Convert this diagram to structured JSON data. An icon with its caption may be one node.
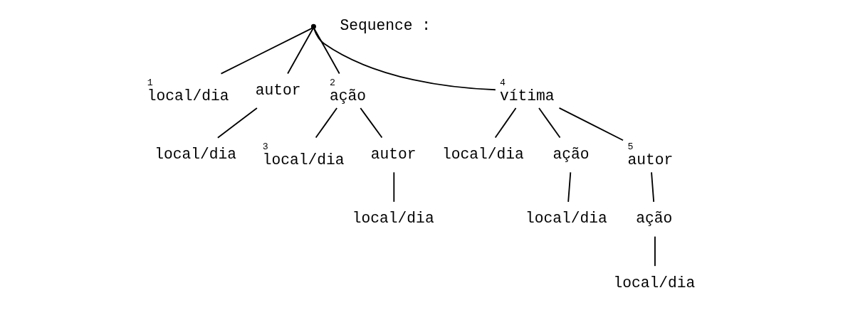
{
  "diagram": {
    "nodes": [
      {
        "text": [],
        "shape": "dot"
      },
      {
        "text": [
          "local/dia"
        ],
        "beside": [
          "1"
        ]
      },
      {
        "text": [
          "autor"
        ]
      },
      {
        "text": [
          "ação"
        ],
        "beside": [
          "2"
        ]
      },
      {
        "text": [
          "vítima"
        ],
        "beside": [
          "4"
        ]
      },
      {
        "text": [
          "local/dia"
        ]
      },
      {
        "text": [
          "local/dia"
        ],
        "beside": [
          "3"
        ]
      },
      {
        "text": [
          "autor"
        ]
      },
      {
        "text": [
          "local/dia"
        ]
      },
      {
        "text": [
          "ação"
        ]
      },
      {
        "text": [
          "autor"
        ],
        "beside": [
          "5"
        ]
      },
      {
        "text": [
          "local/dia"
        ]
      },
      {
        "text": [
          "local/dia"
        ]
      },
      {
        "text": [
          "ação"
        ]
      },
      {
        "text": [
          "local/dia"
        ]
      }
    ],
    "edges": [
      {
        "from": 0,
        "to": 1,
        "arrow": "none"
      },
      {
        "from": 0,
        "to": 2,
        "arrow": "none"
      },
      {
        "from": 0,
        "to": 3,
        "arrow": "none"
      },
      {
        "from": 0,
        "to": 4,
        "arrow": "none"
      },
      {
        "from": 2,
        "to": 5,
        "arrow": "none"
      },
      {
        "from": 3,
        "to": 6,
        "arrow": "none"
      },
      {
        "from": 3,
        "to": 7,
        "arrow": "none"
      },
      {
        "from": 4,
        "to": 8,
        "arrow": "none"
      },
      {
        "from": 4,
        "to": 9,
        "arrow": "none"
      },
      {
        "from": 4,
        "to": 10,
        "arrow": "none"
      },
      {
        "from": 7,
        "to": 11,
        "arrow": "none"
      },
      {
        "from": 9,
        "to": 12,
        "arrow": "none"
      },
      {
        "from": 10,
        "to": 13,
        "arrow": "none"
      },
      {
        "from": 13,
        "to": 14,
        "arrow": "none"
      }
    ],
    "labels": [
      "Sequence :"
    ]
  }
}
